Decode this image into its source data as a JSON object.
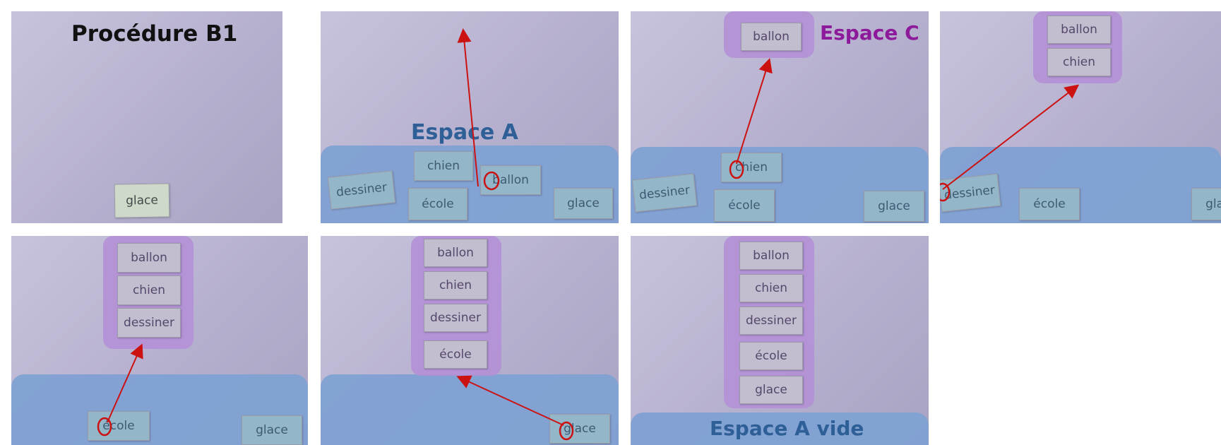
{
  "title": "Procédure B1",
  "words": {
    "ballon": "ballon",
    "chien": "chien",
    "dessiner": "dessiner",
    "ecole": "école",
    "glace": "glace"
  },
  "labels": {
    "espace_a": "Espace A",
    "espace_c": "Espace C",
    "espace_a_vide": "Espace A vide"
  },
  "colors": {
    "espace_a": "#7fa1d3",
    "espace_c": "#b490d6",
    "arrow": "#cc1111",
    "label_a": "#2e5f97",
    "label_c": "#8d1a9a"
  },
  "steps": 7
}
